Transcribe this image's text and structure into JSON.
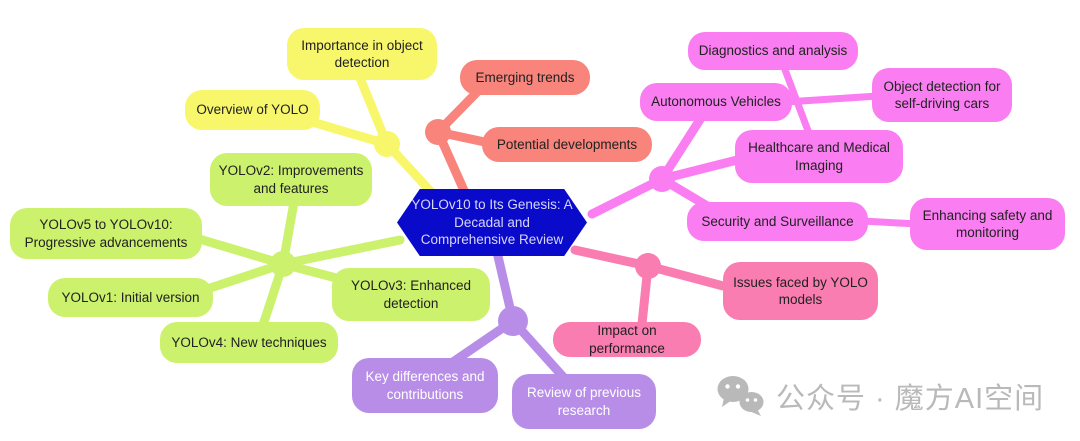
{
  "mindmap": {
    "central_topic": "YOLOv10 to Its Genesis: A Decadal and Comprehensive Review",
    "structure": [
      {
        "branch": "overview",
        "children": [
          "Overview of YOLO",
          "Importance in object detection"
        ]
      },
      {
        "branch": "future",
        "children": [
          "Emerging trends",
          "Potential developments"
        ]
      },
      {
        "branch": "applications",
        "children": [
          "Autonomous Vehicles > Object detection for self-driving cars",
          "Healthcare and Medical Imaging > Diagnostics and analysis",
          "Security and Surveillance > Enhancing safety and monitoring"
        ]
      },
      {
        "branch": "versions",
        "children": [
          "YOLOv1: Initial version",
          "YOLOv2: Improvements and features",
          "YOLOv3: Enhanced detection",
          "YOLOv4: New techniques",
          "YOLOv5 to YOLOv10: Progressive advancements"
        ]
      },
      {
        "branch": "challenges",
        "children": [
          "Issues faced by YOLO models",
          "Impact on performance"
        ]
      },
      {
        "branch": "literature",
        "children": [
          "Key differences and contributions",
          "Review of previous research"
        ]
      }
    ]
  },
  "nodes": {
    "center": {
      "label": "YOLOv10 to Its Genesis: A Decadal and Comprehensive Review"
    },
    "importance": {
      "label": "Importance in object detection"
    },
    "overview": {
      "label": "Overview of YOLO"
    },
    "emerging": {
      "label": "Emerging trends"
    },
    "potential": {
      "label": "Potential developments"
    },
    "diagnostics": {
      "label": "Diagnostics and analysis"
    },
    "autonomous": {
      "label": "Autonomous Vehicles"
    },
    "objectdet": {
      "label": "Object detection for self-driving cars"
    },
    "healthcare": {
      "label": "Healthcare and Medical Imaging"
    },
    "security": {
      "label": "Security and Surveillance"
    },
    "enhancing": {
      "label": "Enhancing safety and monitoring"
    },
    "yolov2": {
      "label": "YOLOv2: Improvements and features"
    },
    "yolov510": {
      "label": "YOLOv5 to YOLOv10: Progressive advancements"
    },
    "yolov1": {
      "label": "YOLOv1: Initial version"
    },
    "yolov4": {
      "label": "YOLOv4: New techniques"
    },
    "yolov3": {
      "label": "YOLOv3: Enhanced detection"
    },
    "issues": {
      "label": "Issues faced by YOLO models"
    },
    "impact": {
      "label": "Impact on performance"
    },
    "keydiff": {
      "label": "Key differences and contributions"
    },
    "review": {
      "label": "Review of previous research"
    }
  },
  "colors": {
    "center_fill": "#0a0aca",
    "center_text": "#d6d6f8",
    "branch_yellow": "#f8f76c",
    "branch_salmon": "#f8847c",
    "branch_magenta": "#fa7df1",
    "branch_green": "#ccf16d",
    "branch_pink": "#fa7db1",
    "branch_purple": "#b88de8",
    "node_text": "#212121",
    "watermark_gray": "#b9b9b9"
  },
  "watermark": {
    "icon": "wechat-icon",
    "text": "公众号 · 魔方AI空间"
  }
}
